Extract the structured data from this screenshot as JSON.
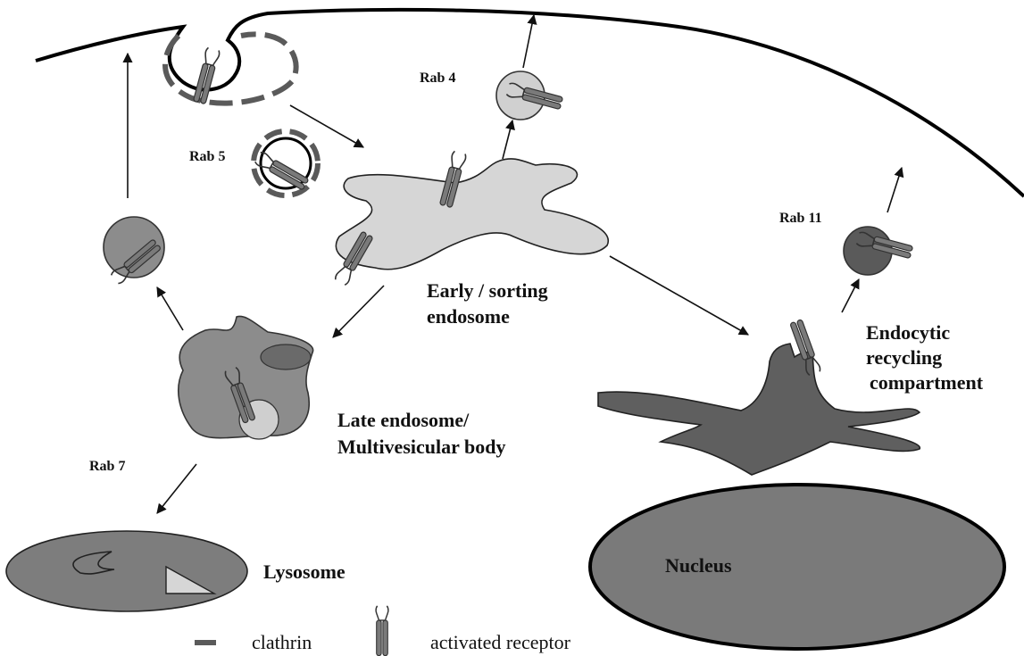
{
  "labels": {
    "rab4": "Rab 4",
    "rab5": "Rab 5",
    "rab7": "Rab 7",
    "rab11": "Rab 11",
    "early_endosome_line1": "Early / sorting",
    "early_endosome_line2": "endosome",
    "late_endosome_line1": "Late endosome/",
    "late_endosome_line2": "Multivesicular body",
    "recycling_line1": "Endocytic",
    "recycling_line2": "recycling",
    "recycling_line3": "compartment",
    "lysosome": "Lysosome",
    "nucleus": "Nucleus"
  },
  "legend": {
    "clathrin": "clathrin",
    "activated_receptor": "activated receptor"
  },
  "colors": {
    "early_endosome": "#d6d6d6",
    "late_endosome": "#8c8c8c",
    "recycling_compartment": "#5f5f5f",
    "lysosome": "#7d7d7d",
    "nucleus": "#7a7a7a",
    "clathrin": "#5a5a5a",
    "receptor": "#7a7a7a",
    "rab4_vesicle": "#d0d0d0",
    "rab11_vesicle": "#5a5a5a",
    "late_vesicle": "#8c8c8c"
  }
}
